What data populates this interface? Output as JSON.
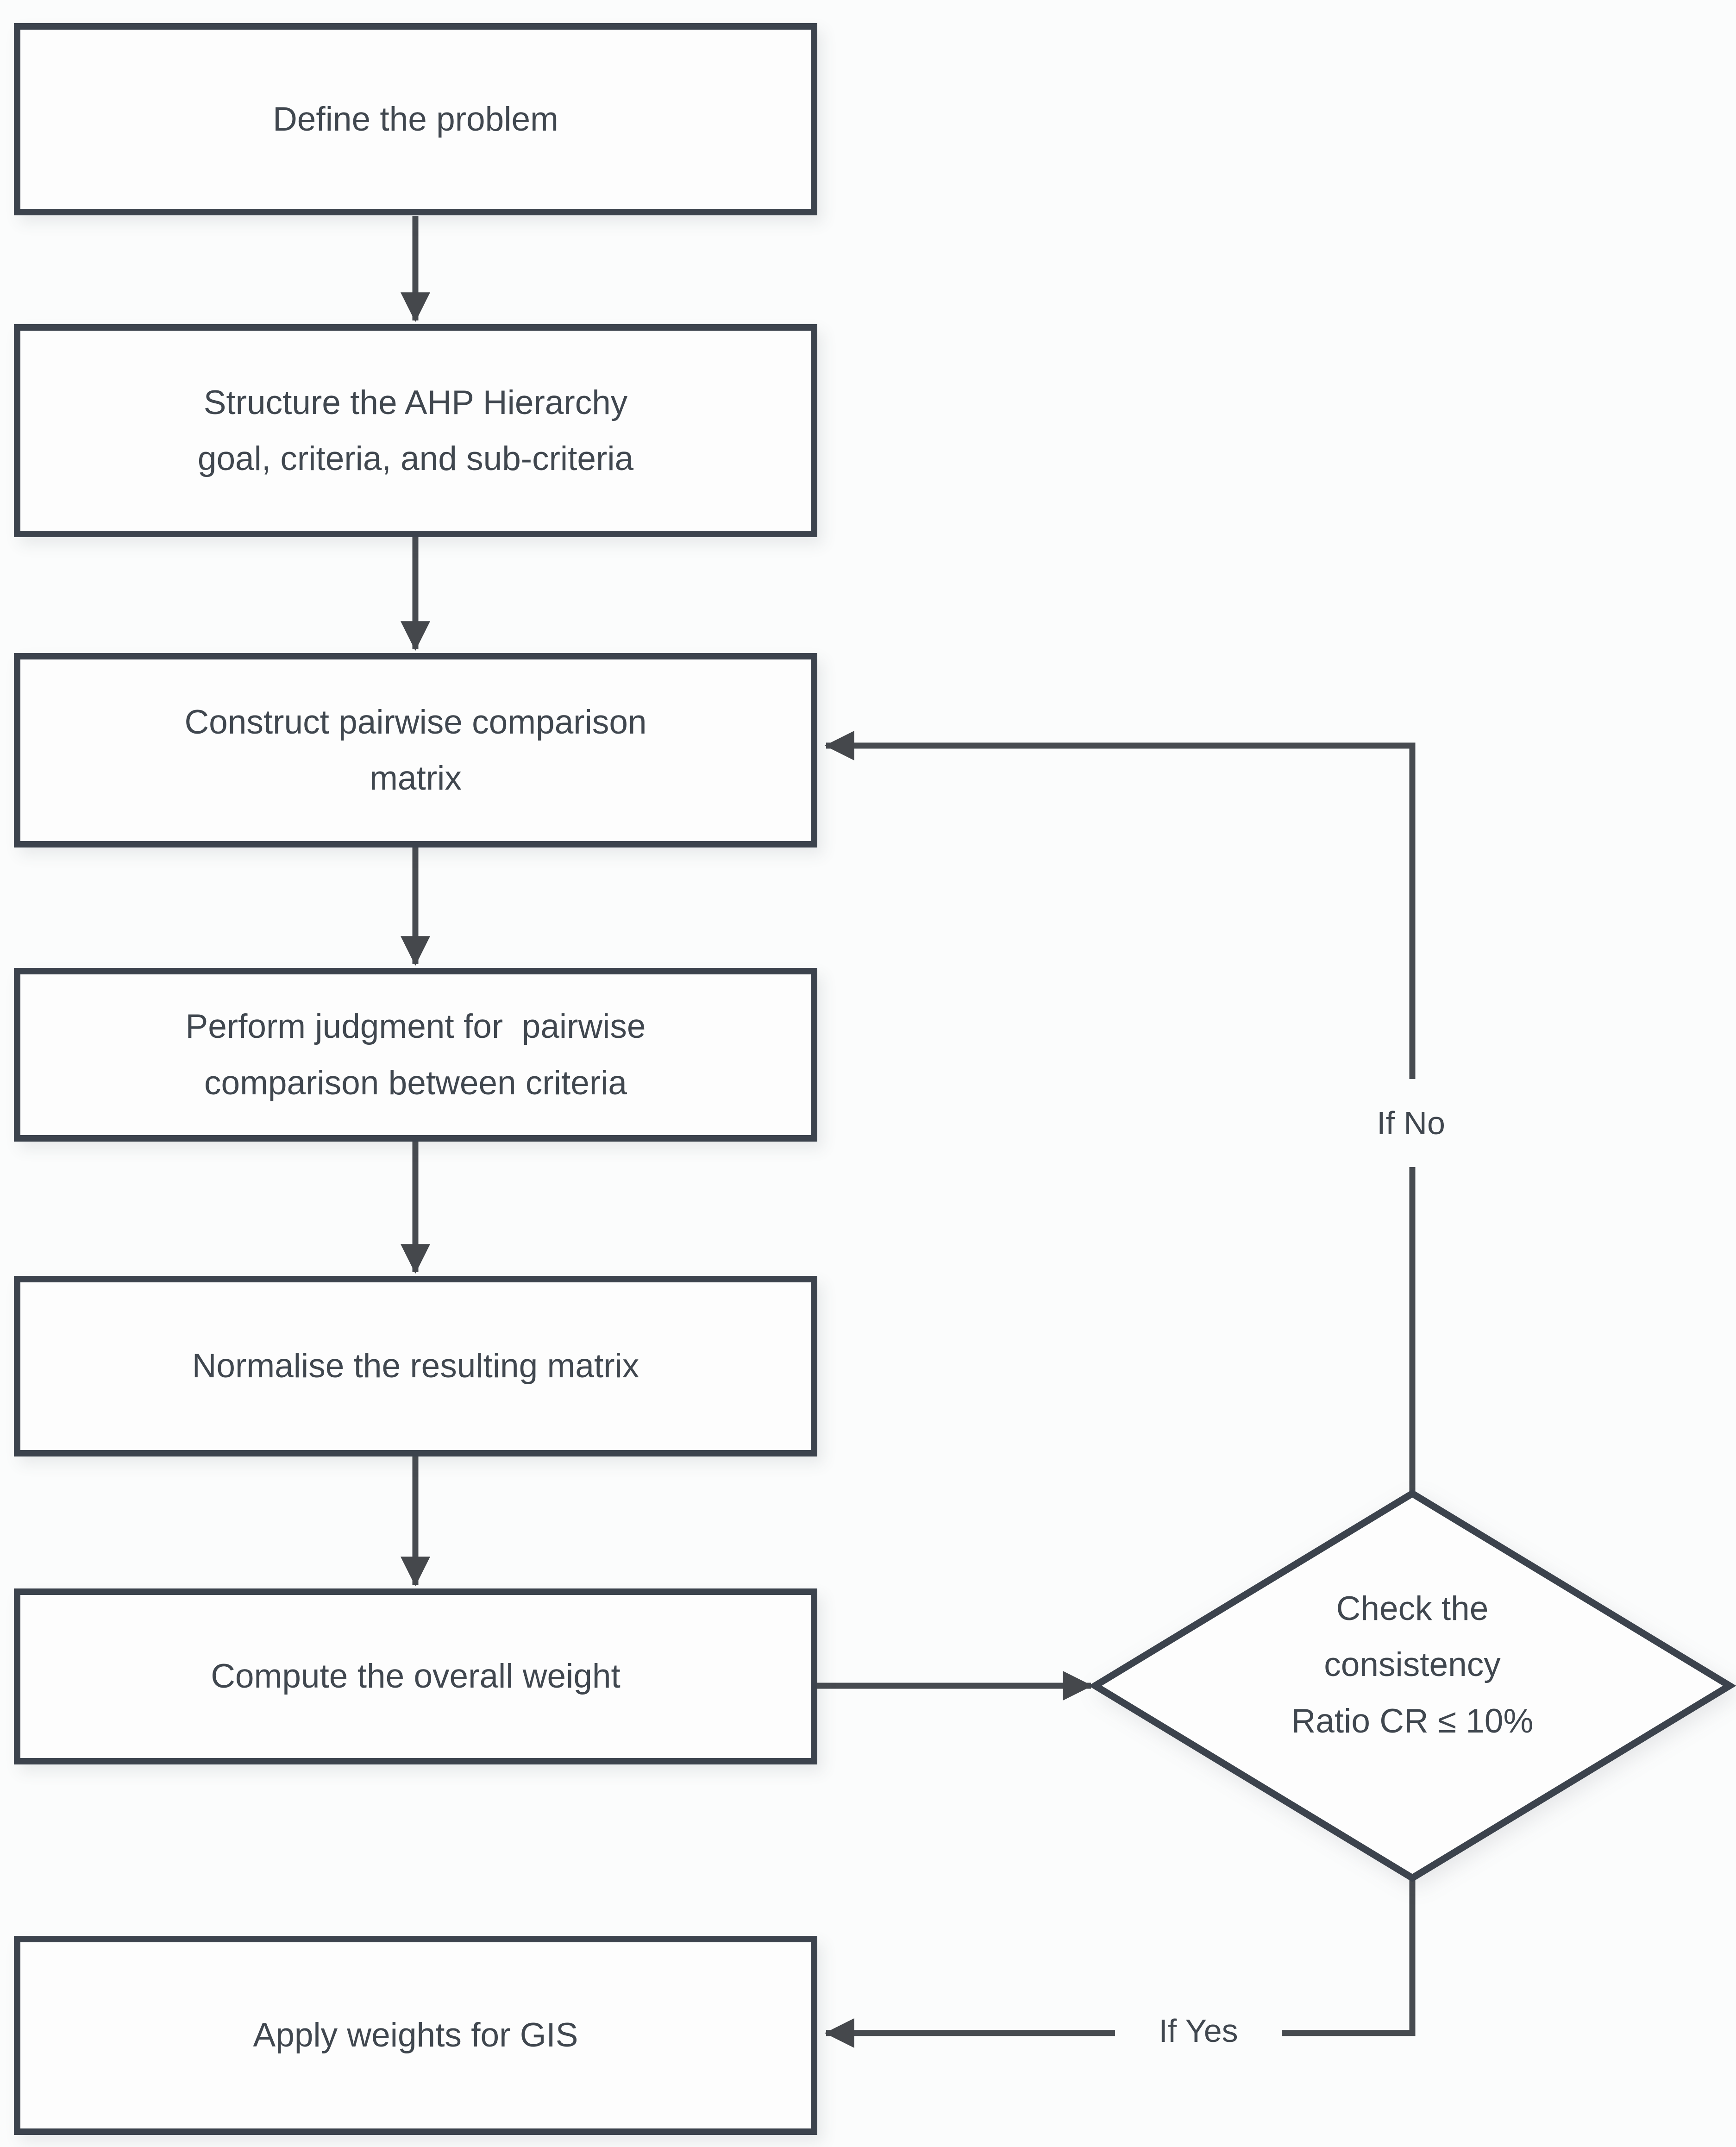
{
  "palette": {
    "page_bg": "#fbfcfc",
    "box_border": "#3c434d",
    "box_fill": "#fdfdfd",
    "connector_line": "#474b50",
    "text": "#40474f"
  },
  "nodes": {
    "define": {
      "type": "process",
      "lines": [
        "Define the problem"
      ]
    },
    "structure": {
      "type": "process",
      "lines": [
        "Structure the AHP Hierarchy",
        "goal, criteria, and sub-criteria"
      ]
    },
    "construct": {
      "type": "process",
      "lines": [
        "Construct pairwise comparison",
        "matrix"
      ]
    },
    "judgment": {
      "type": "process",
      "lines": [
        "Perform judgment for  pairwise",
        "comparison between criteria"
      ]
    },
    "normalise": {
      "type": "process",
      "lines": [
        "Normalise the resulting matrix"
      ]
    },
    "compute": {
      "type": "process",
      "lines": [
        "Compute the overall weight"
      ]
    },
    "check": {
      "type": "decision",
      "lines": [
        "Check the",
        "consistency",
        "Ratio CR ≤ 10%"
      ]
    },
    "apply": {
      "type": "process",
      "lines": [
        "Apply weights for GIS"
      ]
    }
  },
  "edges": [
    {
      "from": "define",
      "to": "structure",
      "label": ""
    },
    {
      "from": "structure",
      "to": "construct",
      "label": ""
    },
    {
      "from": "construct",
      "to": "judgment",
      "label": ""
    },
    {
      "from": "judgment",
      "to": "normalise",
      "label": ""
    },
    {
      "from": "normalise",
      "to": "compute",
      "label": ""
    },
    {
      "from": "compute",
      "to": "check",
      "label": ""
    },
    {
      "from": "check",
      "to": "construct",
      "label": "If No"
    },
    {
      "from": "check",
      "to": "apply",
      "label": "If Yes"
    }
  ]
}
